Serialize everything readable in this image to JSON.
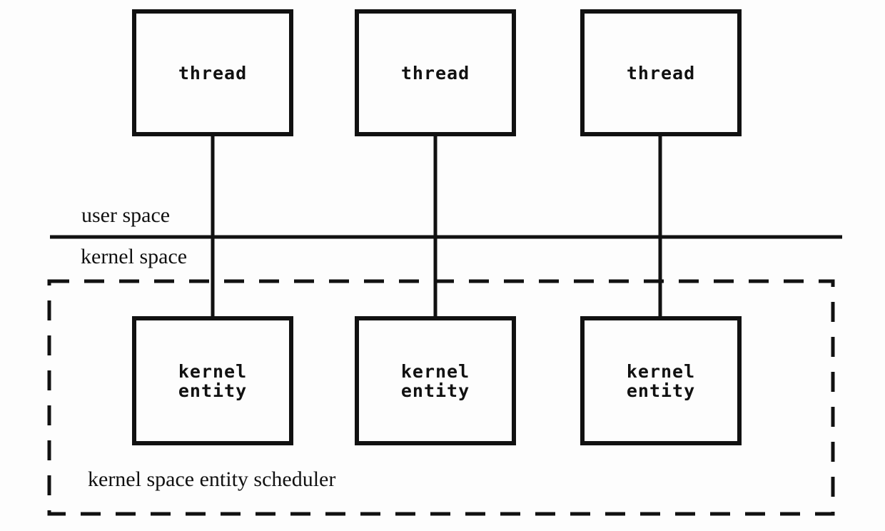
{
  "colors": {
    "ink": "#111111",
    "background": "#fdfdfd"
  },
  "diagram": {
    "user_space_label": "user space",
    "kernel_space_label": "kernel space",
    "scheduler_label": "kernel space entity scheduler",
    "threads": [
      {
        "label": "thread"
      },
      {
        "label": "thread"
      },
      {
        "label": "thread"
      }
    ],
    "kernel_entities": [
      {
        "label": "kernel\nentity"
      },
      {
        "label": "kernel\nentity"
      },
      {
        "label": "kernel\nentity"
      }
    ]
  }
}
